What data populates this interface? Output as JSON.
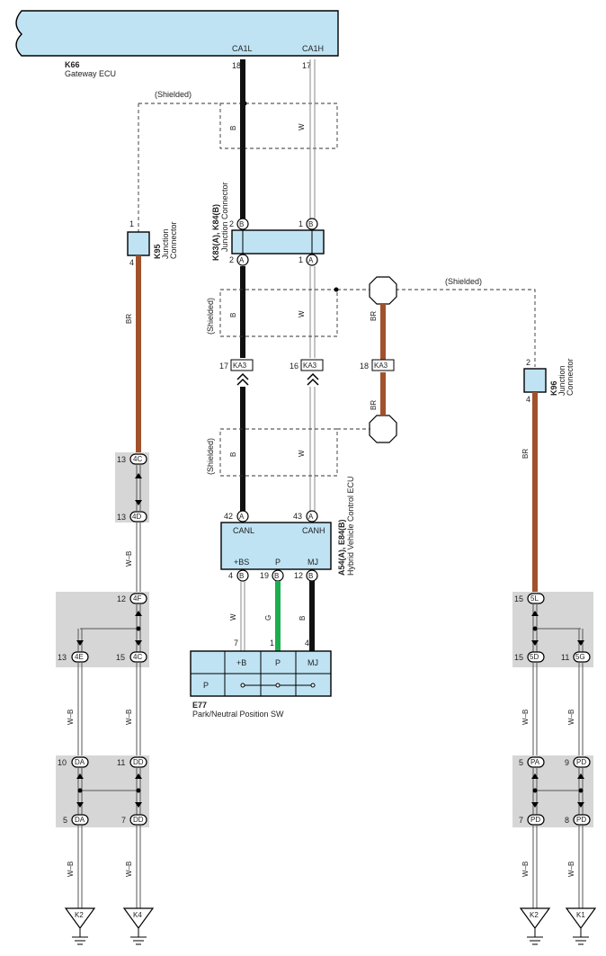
{
  "gateway": {
    "code": "K66",
    "name": "Gateway ECU",
    "pin_cal": "CA1L",
    "pin_cah": "CA1H",
    "num_l": "18",
    "num_h": "17"
  },
  "shielded": "(Shielded)",
  "wire_colors": {
    "b": "B",
    "w": "W",
    "br": "BR",
    "g": "G",
    "wb": "W–B"
  },
  "jc_k83": {
    "code": "K83(A), K84(B)",
    "name": "Junction Connector",
    "p2b": "2",
    "p1b": "1",
    "p2a": "2",
    "p1a": "1",
    "lb": "B",
    "la": "A"
  },
  "k95": {
    "code": "K95",
    "name1": "Junction",
    "name2": "Connector",
    "p1": "1",
    "p4": "4"
  },
  "k96": {
    "code": "K96",
    "name1": "Junction",
    "name2": "Connector",
    "p2": "2",
    "p4": "4"
  },
  "ka3": {
    "label": "KA3",
    "n17": "17",
    "n16": "16",
    "n18": "18"
  },
  "hv_ecu": {
    "code": "A54(A), E84(B)",
    "name": "Hybrid Vehicle Control ECU",
    "canl": "CANL",
    "canh": "CANH",
    "n42": "42",
    "n43": "43",
    "bs": "+BS",
    "p": "P",
    "mj": "MJ",
    "n4": "4",
    "n19": "19",
    "n12": "12",
    "la": "A",
    "lb": "B"
  },
  "e77": {
    "code": "E77",
    "name": "Park/Neutral Position SW",
    "pb": "+B",
    "pp": "P",
    "pmj": "MJ",
    "side": "P",
    "n7": "7",
    "n1": "1",
    "n4": "4"
  },
  "left_joints": {
    "c4c": "4C",
    "c4d": "4D",
    "n13a": "13",
    "n13b": "13",
    "c4f": "4F",
    "n12": "12",
    "c4e": "4E",
    "n13c": "13",
    "c4c2": "4C",
    "n15": "15",
    "da": "DA",
    "dd": "DD",
    "n10": "10",
    "n11": "11",
    "n5": "5",
    "n7": "7"
  },
  "right_joints": {
    "c5l": "5L",
    "n15": "15",
    "c5d": "5D",
    "n15b": "15",
    "c5g": "5G",
    "n11": "11",
    "pa": "PA",
    "n5": "5",
    "pd": "PD",
    "n9": "9",
    "pd2": "PD",
    "n7": "7",
    "pd3": "PD",
    "n8": "8"
  },
  "grounds": {
    "k2a": "K2",
    "k4": "K4",
    "k2b": "K2",
    "k1": "K1"
  }
}
